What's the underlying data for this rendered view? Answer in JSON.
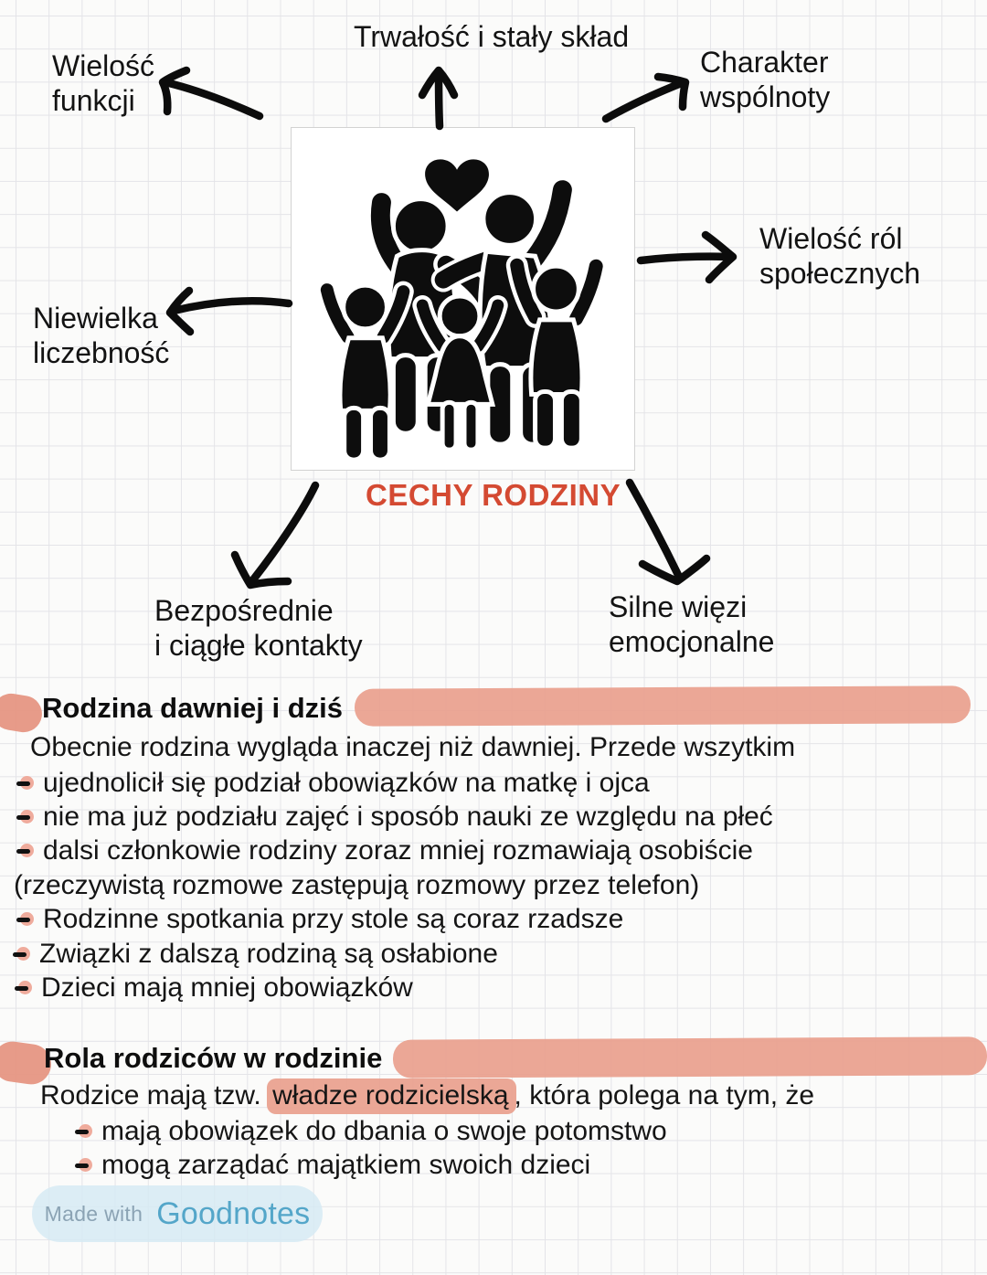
{
  "colors": {
    "title_red": "#d44a32",
    "highlight_salmon": "#e9a08d",
    "ink": "#131313",
    "badge_bg": "#d5eaf4",
    "badge_text": "#8ba3b4",
    "brand_blue": "#54a6c9",
    "grid_line": "#e4e4e8"
  },
  "mindmap": {
    "center_title": "CECHY RODZINY",
    "center_image": "family-silhouettes-with-heart",
    "nodes": {
      "durability": "Trwałość i stały skład",
      "multiple_functions": "Wielość\nfunkcji",
      "community_character": "Charakter\nwspólnoty",
      "multiple_social_roles": "Wielość ról\nspołecznych",
      "small_size": "Niewielka\nliczebność",
      "direct_contacts": "Bezpośrednie\ni ciągłe kontakty",
      "strong_bonds": "Silne więzi\nemocjonalne"
    }
  },
  "sections": [
    {
      "title": "Rodzina dawniej i dziś",
      "intro": "Obecnie rodzina wygląda inaczej niż dawniej. Przede wszytkim",
      "lines": [
        {
          "bullet": true,
          "text": "ujednolicił się podział obowiązków na matkę i ojca"
        },
        {
          "bullet": true,
          "text": "nie ma już podziału zajęć i sposób nauki ze względu na płeć"
        },
        {
          "bullet": true,
          "text": "dalsi członkowie rodziny zoraz mniej rozmawiają osobiście"
        },
        {
          "bullet": false,
          "text": "(rzeczywistą rozmowe zastępują rozmowy przez telefon)"
        },
        {
          "bullet": true,
          "text": "Rodzinne spotkania przy stole są coraz rzadsze"
        },
        {
          "bullet": true,
          "text": "Związki z dalszą rodziną są osłabione"
        },
        {
          "bullet": true,
          "text": "Dzieci mają mniej obowiązków"
        }
      ]
    },
    {
      "title": "Rola rodziców w rodzinie",
      "intro_pre": "Rodzice mają tzw. ",
      "intro_highlight": "władze rodzicielską",
      "intro_post": ", która polega na tym, że",
      "lines": [
        {
          "bullet": true,
          "text": "mają obowiązek do dbania o swoje potomstwo"
        },
        {
          "bullet": true,
          "text": "mogą zarządać majątkiem swoich dzieci"
        }
      ]
    }
  ],
  "footer": {
    "made_with": "Made with",
    "brand": "Goodnotes"
  }
}
